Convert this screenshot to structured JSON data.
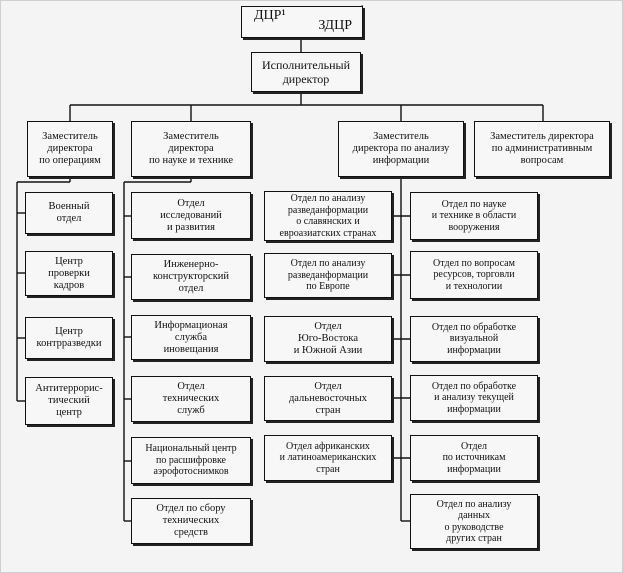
{
  "top": {
    "left": "ДЦР¹",
    "right": "ЗДЦР"
  },
  "executive": "Исполнительный\nдиректор",
  "deputies": [
    "Заместитель\nдиректора\nпо операциям",
    "Заместитель\nдиректора\nпо науке и технике",
    "Заместитель\nдиректора по анализу\nинформации",
    "Заместитель директора\nпо административным\nвопросам"
  ],
  "operations": [
    "Военный\nотдел",
    "Центр\nпроверки\nкадров",
    "Центр\nконтрразведки",
    "Антитеррорис-\nтический\nцентр"
  ],
  "science": [
    "Отдел\nисследований\nи развития",
    "Инженерно-\nконструкторский\nотдел",
    "Информационая\nслужба\nиновещания",
    "Отдел\nтехнических\nслужб",
    "Национальный центр\nпо расшифровке\nаэрофотоснимков",
    "Отдел по сбору\nтехнических\nсредств"
  ],
  "analysis_left": [
    "Отдел по анализу\nразведанформации\nо славянских и\nевроазиатских странах",
    "Отдел по анализу\nразведанформации\nпо Европе",
    "Отдел\nЮго-Востока\nи Южной Азии",
    "Отдел\nдальневосточных\nстран",
    "Отдел африканских\nи латиноамериканских\nстран"
  ],
  "analysis_right": [
    "Отдел по науке\nи технике в области\nвооружения",
    "Отдел по вопросам\nресурсов, торговли\nи технологии",
    "Отдел по обработке\nвизуальной\nинформации",
    "Отдел по обработке\nи анализу текущей\nинформации",
    "Отдел\nпо источникам\nинформации",
    "Отдел по анализу\nданных\nо руководстве\nдругих стран"
  ]
}
